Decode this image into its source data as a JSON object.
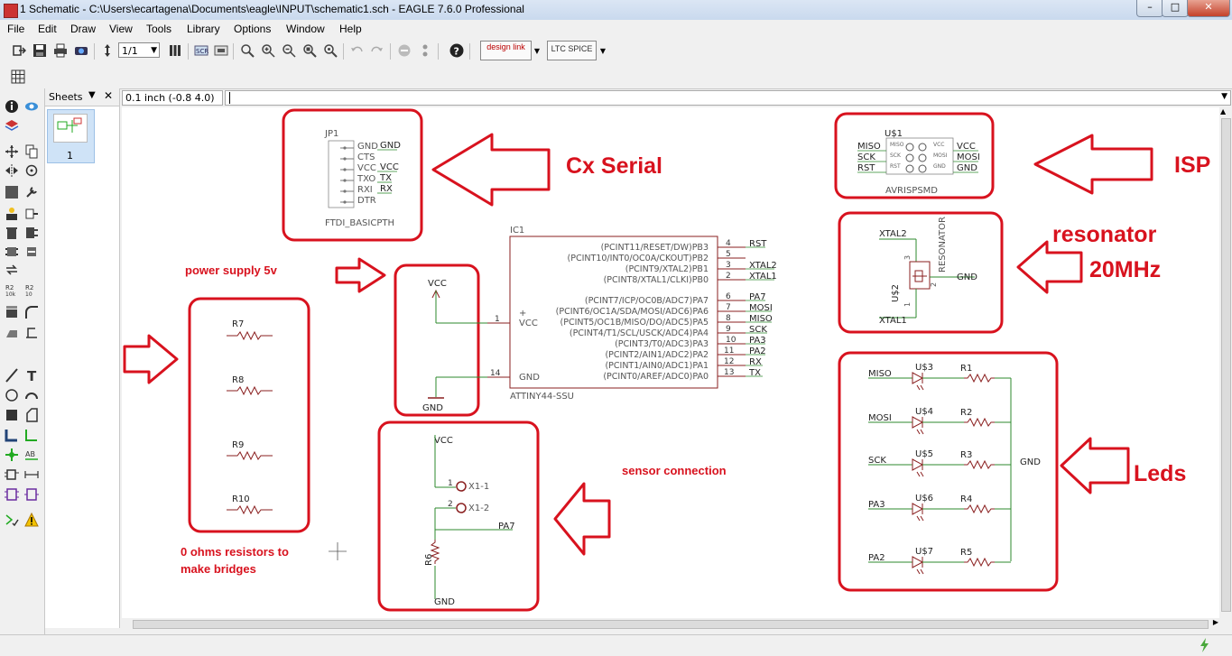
{
  "window": {
    "title": "1 Schematic - C:\\Users\\ecartagena\\Documents\\eagle\\INPUT\\schematic1.sch - EAGLE 7.6.0 Professional"
  },
  "menu": [
    "File",
    "Edit",
    "Draw",
    "View",
    "Tools",
    "Library",
    "Options",
    "Window",
    "Help"
  ],
  "toolbar": {
    "sheet_select": "1/1",
    "designlink_label": "design link",
    "ltspice_label": "LTC SPICE"
  },
  "sheets_panel": {
    "tab_label": "Sheets",
    "sheet_number": "1"
  },
  "coord_display": "0.1 inch (-0.8 4.0)",
  "command_line": "",
  "annotations": {
    "cx_serial": "Cx Serial",
    "isp": "ISP",
    "resonator": "resonator",
    "freq": "20MHz",
    "leds": "Leds",
    "power_supply": "power supply 5v",
    "sensor": "sensor connection",
    "resistors_line1": "0 ohms resistors to",
    "resistors_line2": "make bridges"
  },
  "jp1": {
    "name": "JP1",
    "value": "FTDI_BASICPTH",
    "pins": [
      "GND",
      "CTS",
      "VCC",
      "TXO",
      "RXI",
      "DTR"
    ],
    "nets": [
      "GND",
      "",
      "VCC",
      "TX",
      "RX",
      ""
    ]
  },
  "ic1": {
    "name": "IC1",
    "value": "ATTINY44-SSU",
    "right_pins": [
      {
        "label": "(PCINT11/RESET/DW)PB3",
        "num": "4",
        "net": "RST"
      },
      {
        "label": "(PCINT10/INT0/OC0A/CKOUT)PB2",
        "num": "5",
        "net": ""
      },
      {
        "label": "(PCINT9/XTAL2)PB1",
        "num": "3",
        "net": "XTAL2"
      },
      {
        "label": "(PCINT8/XTAL1/CLKI)PB0",
        "num": "2",
        "net": "XTAL1"
      },
      {
        "label": "(PCINT7/ICP/OC0B/ADC7)PA7",
        "num": "6",
        "net": "PA7"
      },
      {
        "label": "(PCINT6/OC1A/SDA/MOSI/ADC6)PA6",
        "num": "7",
        "net": "MOSI"
      },
      {
        "label": "(PCINT5/OC1B/MISO/DO/ADC5)PA5",
        "num": "8",
        "net": "MISO"
      },
      {
        "label": "(PCINT4/T1/SCL/USCK/ADC4)PA4",
        "num": "9",
        "net": "SCK"
      },
      {
        "label": "(PCINT3/T0/ADC3)PA3",
        "num": "10",
        "net": "PA3"
      },
      {
        "label": "(PCINT2/AIN1/ADC2)PA2",
        "num": "11",
        "net": "PA2"
      },
      {
        "label": "(PCINT1/AIN0/ADC1)PA1",
        "num": "12",
        "net": "RX"
      },
      {
        "label": "(PCINT0/AREF/ADC0)PA0",
        "num": "13",
        "net": "TX"
      }
    ],
    "vcc_label": "VCC",
    "vcc_num": "1",
    "gnd_label": "GND",
    "gnd_num": "14",
    "plus": "+"
  },
  "power": {
    "vcc": "VCC",
    "gnd": "GND"
  },
  "resistors": [
    "R7",
    "R8",
    "R9",
    "R10"
  ],
  "isp": {
    "name": "U$1",
    "value": "AVRISPSMD",
    "left": [
      "MISO",
      "SCK",
      "RST"
    ],
    "right": [
      "VCC",
      "MOSI",
      "GND"
    ],
    "inner_left": [
      "MISO",
      "SCK",
      "RST"
    ],
    "inner_right": [
      "VCC",
      "MOSI",
      "GND"
    ]
  },
  "resonator": {
    "name": "U$2",
    "value": "RESONATOR",
    "top": "XTAL2",
    "bottom": "XTAL1",
    "gnd": "GND",
    "pins": [
      "3",
      "2",
      "1"
    ]
  },
  "leds": {
    "rows": [
      {
        "net": "MISO",
        "led": "U$3",
        "res": "R1"
      },
      {
        "net": "MOSI",
        "led": "U$4",
        "res": "R2"
      },
      {
        "net": "SCK",
        "led": "U$5",
        "res": "R3"
      },
      {
        "net": "PA3",
        "led": "U$6",
        "res": "R4"
      },
      {
        "net": "PA2",
        "led": "U$7",
        "res": "R5"
      }
    ],
    "gnd": "GND"
  },
  "sensor": {
    "vcc": "VCC",
    "pin1": "1",
    "pin2": "2",
    "x1": "X1-1",
    "x2": "X1-2",
    "pa7": "PA7",
    "res": "R6",
    "gnd": "GND"
  }
}
